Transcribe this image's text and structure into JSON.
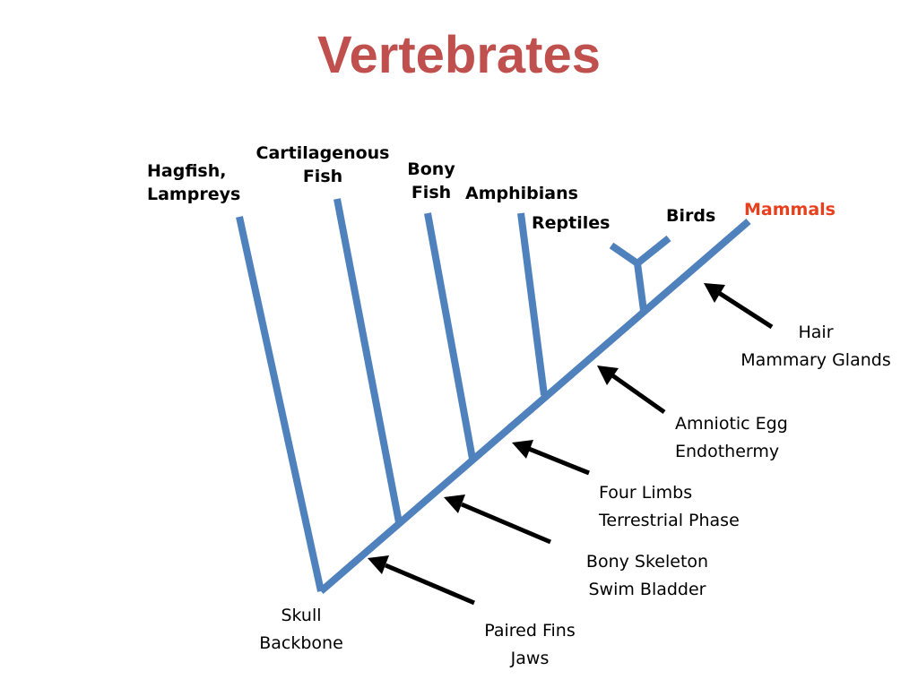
{
  "title": "Vertebrates",
  "colors": {
    "title": "#c0504d",
    "branch": "#4f81bd",
    "mammals": "#e8401c",
    "text": "#000000",
    "arrow": "#000000"
  },
  "taxa": {
    "hagfish": [
      "Hagfish,",
      "Lampreys"
    ],
    "cartilagenous": [
      "Cartilagenous",
      "Fish"
    ],
    "bony_fish": [
      "Bony",
      "Fish"
    ],
    "amphibians": "Amphibians",
    "reptiles": "Reptiles",
    "birds": "Birds",
    "mammals": "Mammals"
  },
  "traits": {
    "skull": [
      "Skull",
      "Backbone"
    ],
    "paired_fins": [
      "Paired Fins",
      "Jaws"
    ],
    "bony_skeleton": [
      "Bony Skeleton",
      "Swim Bladder"
    ],
    "four_limbs": [
      "Four Limbs",
      "Terrestrial Phase"
    ],
    "amniotic_egg": [
      "Amniotic Egg",
      "Endothermy"
    ],
    "hair": [
      "Hair",
      "Mammary Glands"
    ]
  }
}
